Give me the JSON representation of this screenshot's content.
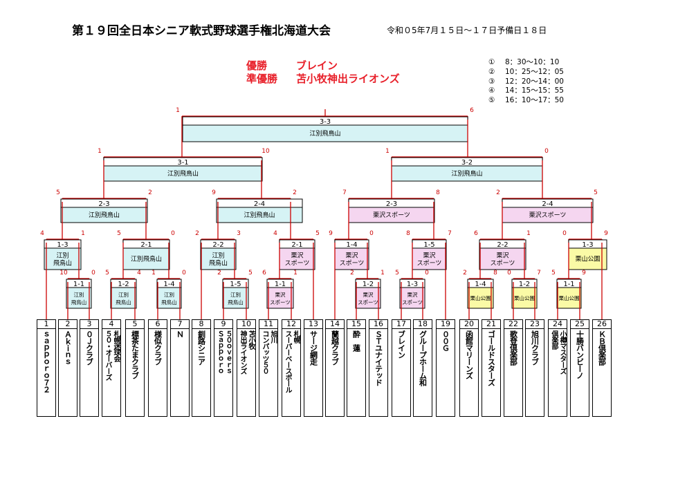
{
  "title": "第１９回全日本シニア軟式野球選手権北海道大会",
  "date": "令和０5年7月１５日～１７日予備日１８日",
  "winners": [
    {
      "label": "優勝",
      "team": "ブレイン"
    },
    {
      "label": "準優勝",
      "team": "苫小牧神出ライオンズ"
    }
  ],
  "schedule": [
    {
      "num": "①",
      "time": "8：30～10：10"
    },
    {
      "num": "②",
      "time": "10：25～12：05"
    },
    {
      "num": "③",
      "time": "12：20～14：00"
    },
    {
      "num": "④",
      "time": "14：15～15：55"
    },
    {
      "num": "⑤",
      "time": "16：10～17：50"
    }
  ],
  "colors": {
    "blue": "#d6f3f5",
    "pink": "#f5d6f0",
    "yellow": "#fafaa6",
    "red": "#cc0000"
  },
  "teams": [
    {
      "num": "1",
      "name": "ｓａｐｐｏｒｏ７２"
    },
    {
      "num": "2",
      "name": "Ａｋｉｎｓ"
    },
    {
      "num": "3",
      "name": "０Ｊクラブ"
    },
    {
      "num": "4",
      "name": "札幌迷球会|５０・オーバーズ"
    },
    {
      "num": "5",
      "name": "標茶たまクラブ"
    },
    {
      "num": "6",
      "name": "様似クラブ"
    },
    {
      "num": "7",
      "name": "Ｎ"
    },
    {
      "num": "8",
      "name": "釧路シニア"
    },
    {
      "num": "9",
      "name": "５０ｏｖｅｒｓ|Ｓａｐｐｏｒｏ"
    },
    {
      "num": "10",
      "name": "苫小牧|神出ライオンズ"
    },
    {
      "num": "11",
      "name": "旭川|コンパッツ５０"
    },
    {
      "num": "12",
      "name": "札幌|スーパーベースボール"
    },
    {
      "num": "13",
      "name": "サージ網走"
    },
    {
      "num": "14",
      "name": "蘭越クラブ"
    },
    {
      "num": "15",
      "name": "酔　蓮"
    },
    {
      "num": "16",
      "name": "ＳＴユナイテッド"
    },
    {
      "num": "17",
      "name": "ブレイン"
    },
    {
      "num": "18",
      "name": "グループホーム和"
    },
    {
      "num": "19",
      "name": "００Ｇ"
    },
    {
      "num": "20",
      "name": "函館マリーンズ"
    },
    {
      "num": "21",
      "name": "ゴールドスターズ"
    },
    {
      "num": "22",
      "name": "歌登倶楽部"
    },
    {
      "num": "23",
      "name": "旭川クラブ"
    },
    {
      "num": "24",
      "name": "小樽マスターズ|倶楽部"
    },
    {
      "num": "25",
      "name": "十勝バンビーノ"
    },
    {
      "num": "26",
      "name": "ＫＢ倶楽部"
    }
  ],
  "games": [
    {
      "id": "g1",
      "label": "1-1",
      "venue": "江別|飛鳥山",
      "color": "blue",
      "l": "10",
      "r": "0"
    },
    {
      "id": "g2",
      "label": "1-2",
      "venue": "江別|飛鳥山",
      "color": "blue",
      "l": "5",
      "r": "4"
    },
    {
      "id": "g3",
      "label": "1-4",
      "venue": "江別|飛鳥山",
      "color": "blue",
      "l": "1",
      "r": "0"
    },
    {
      "id": "g4",
      "label": "1-5",
      "venue": "江別|飛鳥山",
      "color": "blue",
      "l": "2",
      "r": "5"
    },
    {
      "id": "g5",
      "label": "1-1",
      "venue": "栗沢|スポーツ",
      "color": "pink",
      "l": "6",
      "r": "1"
    },
    {
      "id": "g6",
      "label": "1-2",
      "venue": "栗沢|スポーツ",
      "color": "pink",
      "l": "2",
      "r": "1"
    },
    {
      "id": "g7",
      "label": "1-3",
      "venue": "栗沢|スポーツ",
      "color": "pink",
      "l": "5",
      "r": "0"
    },
    {
      "id": "g8",
      "label": "1-4",
      "venue": "栗山公園",
      "color": "yellow",
      "l": "2",
      "r": "8"
    },
    {
      "id": "g9",
      "label": "1-2",
      "venue": "栗山公園",
      "color": "yellow",
      "l": "0",
      "r": "7"
    },
    {
      "id": "g10",
      "label": "1-1",
      "venue": "栗山公園",
      "color": "yellow",
      "l": "5",
      "r": "9"
    },
    {
      "id": "g11",
      "label": "1-3",
      "venue": "江別|飛鳥山",
      "color": "blue",
      "l": "4",
      "r": "1"
    },
    {
      "id": "g12",
      "label": "2-1",
      "venue": "江別飛鳥山",
      "color": "blue",
      "l": "5",
      "r": "0"
    },
    {
      "id": "g13",
      "label": "2-2",
      "venue": "江別|飛鳥山",
      "color": "blue",
      "l": "2",
      "r": "3"
    },
    {
      "id": "g14",
      "label": "2-1",
      "venue": "栗沢|スポーツ",
      "color": "pink",
      "l": "4",
      "r": "5"
    },
    {
      "id": "g15",
      "label": "1-4",
      "venue": "栗沢|スポーツ",
      "color": "pink",
      "l": "9",
      "r": "0"
    },
    {
      "id": "g16",
      "label": "1-5",
      "venue": "栗沢|スポーツ",
      "color": "pink",
      "l": "8",
      "r": "7"
    },
    {
      "id": "g17",
      "label": "2-2",
      "venue": "栗沢|スポーツ",
      "color": "pink",
      "l": "6",
      "r": "1"
    },
    {
      "id": "g18",
      "label": "1-3",
      "venue": "栗山公園",
      "color": "yellow",
      "l": "0",
      "r": "9"
    },
    {
      "id": "g19",
      "label": "2-3",
      "venue": "江別飛鳥山",
      "color": "blue",
      "l": "5",
      "r": "2"
    },
    {
      "id": "g20",
      "label": "2-4",
      "venue": "江別飛鳥山",
      "color": "blue",
      "l": "9",
      "r": "2"
    },
    {
      "id": "g21",
      "label": "2-3",
      "venue": "栗沢スポーツ",
      "color": "pink",
      "l": "7",
      "r": "8"
    },
    {
      "id": "g22",
      "label": "2-4",
      "venue": "栗沢スポーツ",
      "color": "pink",
      "l": "2",
      "r": "5"
    },
    {
      "id": "g23",
      "label": "3-1",
      "venue": "江別飛鳥山",
      "color": "blue",
      "l": "1",
      "r": "10"
    },
    {
      "id": "g24",
      "label": "3-2",
      "venue": "江別飛鳥山",
      "color": "blue",
      "l": "1",
      "r": "0"
    },
    {
      "id": "g25",
      "label": "3-3",
      "venue": "江別飛鳥山",
      "color": "blue",
      "l": "1",
      "r": "6"
    }
  ]
}
